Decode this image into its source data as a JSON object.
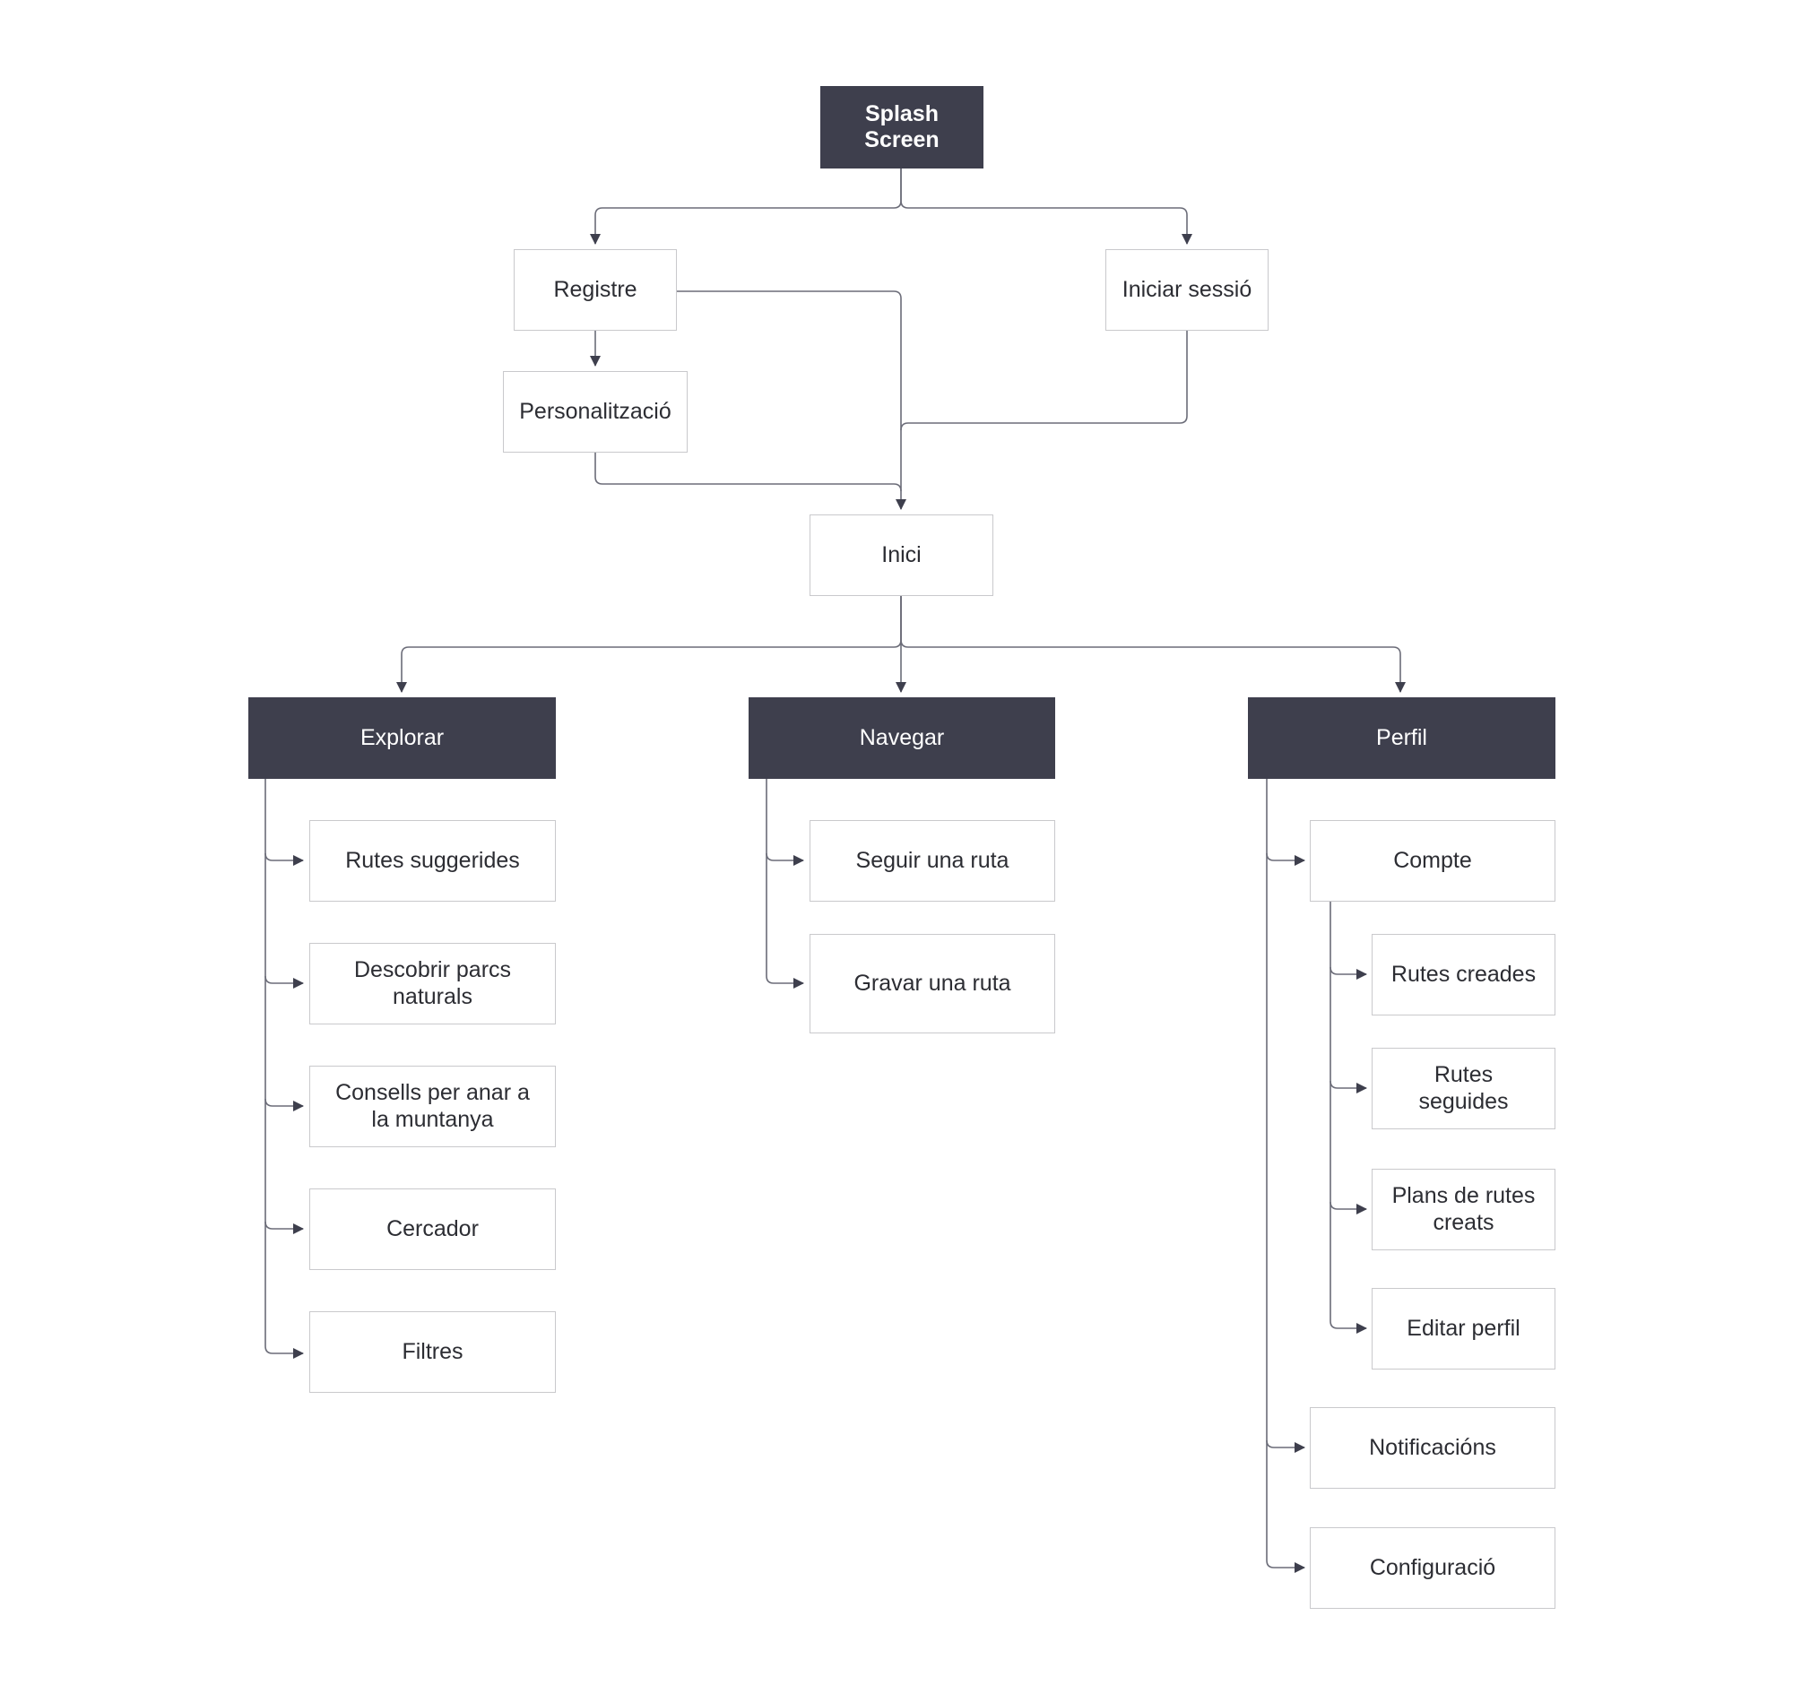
{
  "colors": {
    "dark_fill": "#3e3f4d",
    "connector": "#6b6c78",
    "box_border": "#c9c9cc"
  },
  "nodes": {
    "splash": "Splash\nScreen",
    "registre": "Registre",
    "iniciar_sessio": "Iniciar sessió",
    "personalitzacio": "Personalització",
    "inici": "Inici",
    "explorar": "Explorar",
    "navegar": "Navegar",
    "perfil": "Perfil",
    "explorar_items": [
      "Rutes suggerides",
      "Descobrir parcs\nnaturals",
      "Consells per anar a\nla muntanya",
      "Cercador",
      "Filtres"
    ],
    "navegar_items": [
      "Seguir una ruta",
      "Gravar una ruta"
    ],
    "compte": "Compte",
    "compte_items": [
      "Rutes creades",
      "Rutes\nseguides",
      "Plans de rutes\ncreats",
      "Editar perfil"
    ],
    "notificacions": "Notificacións",
    "configuracio": "Configuració"
  }
}
